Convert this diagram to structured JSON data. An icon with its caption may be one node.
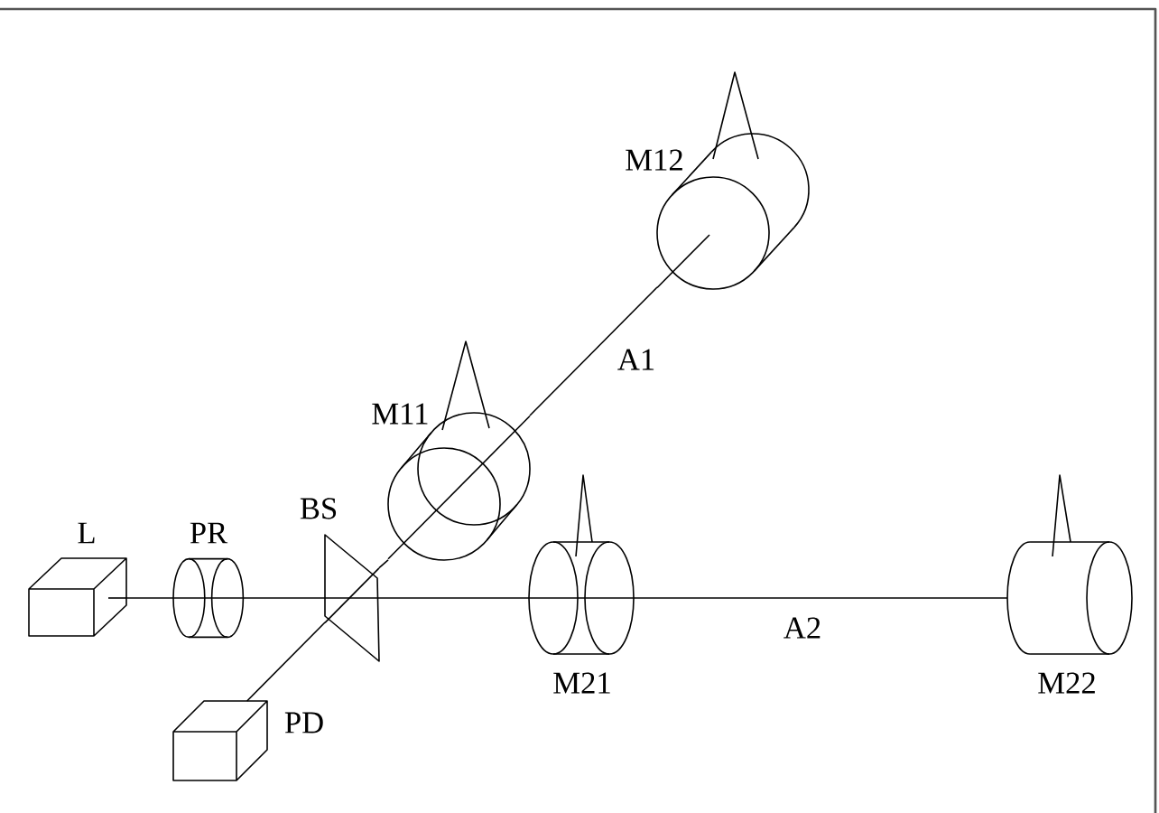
{
  "diagram": {
    "nodes": [
      {
        "text": [
          "L"
        ]
      },
      {
        "text": [
          "PR"
        ]
      },
      {
        "text": [
          "BS"
        ]
      },
      {
        "text": [
          "M11"
        ]
      },
      {
        "text": [
          "M12"
        ]
      },
      {
        "text": [
          "M21"
        ]
      },
      {
        "text": [
          "M22"
        ]
      },
      {
        "text": [
          "PD"
        ]
      }
    ],
    "edges": [
      {
        "from": 0,
        "to": 1,
        "arrow": "none"
      },
      {
        "from": 1,
        "to": 2,
        "arrow": "none"
      },
      {
        "from": 2,
        "to": 5,
        "arrow": "none"
      },
      {
        "from": 5,
        "to": 6,
        "label": "A2",
        "arrow": "none"
      },
      {
        "from": 2,
        "to": 3,
        "arrow": "none"
      },
      {
        "from": 3,
        "to": 4,
        "label": "A1",
        "arrow": "none"
      },
      {
        "from": 2,
        "to": 7,
        "arrow": "none"
      }
    ]
  }
}
